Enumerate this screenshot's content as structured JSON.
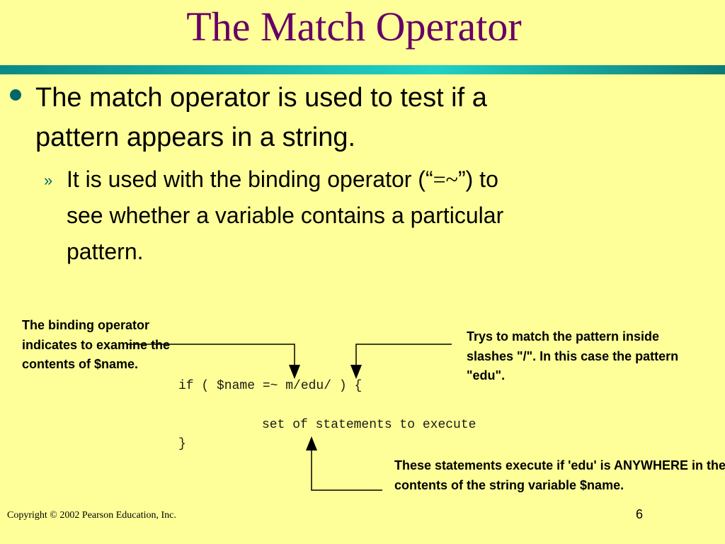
{
  "slide": {
    "title": "The Match Operator",
    "bullet1": "The match operator is used to test if a  pattern appears in a string.",
    "sub_marker": "»",
    "bullet2_pre": "It is used with the binding operator (“",
    "bullet2_code": "=~",
    "bullet2_post": "”) to see whether a variable contains a particular pattern."
  },
  "annotations": {
    "binding_note": "The  binding operator indicates to examine the contents of $name.",
    "pattern_note": " Trys to match the pattern inside slashes \"/\".  In this case the pattern \"edu\".",
    "statements_note": "These statements execute  if 'edu' is ANYWHERE in the contents of the  string variable $name."
  },
  "code": {
    "line1": "if ( $name =~ m/edu/ ) {",
    "line2": "set of statements to execute",
    "line3": "}"
  },
  "footer": {
    "copyright": "Copyright © 2002 Pearson Education, Inc.",
    "page_number": "6"
  },
  "colors": {
    "background": "#ffff99",
    "title": "#660066",
    "accent": "#006666"
  }
}
